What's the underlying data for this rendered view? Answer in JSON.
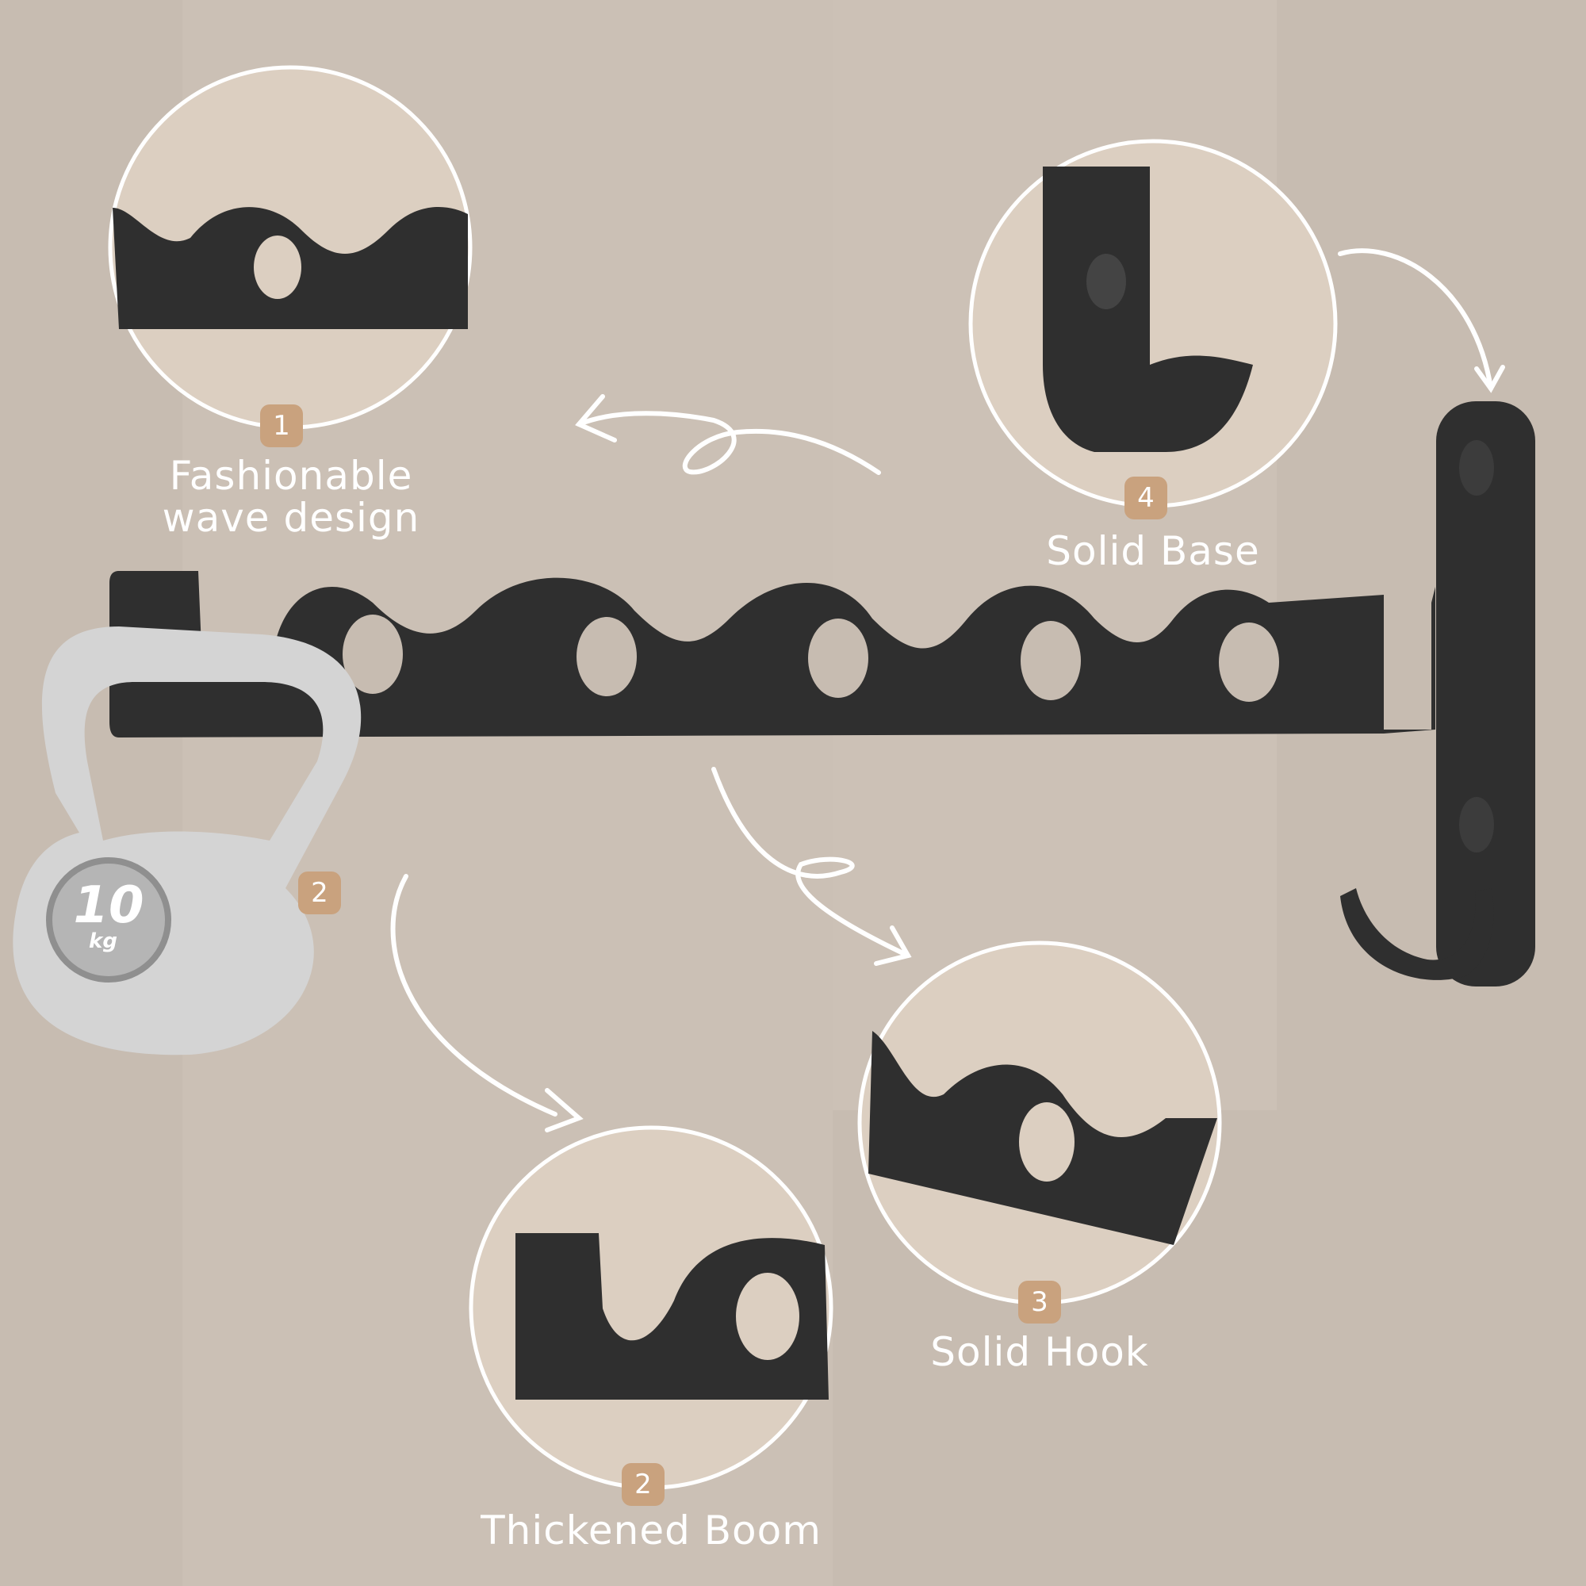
{
  "features": [
    {
      "number": "1",
      "title_line1": "Fashionable",
      "title_line2": "wave design"
    },
    {
      "number": "4",
      "title": "Solid Base"
    },
    {
      "number": "3",
      "title": "Solid Hook"
    },
    {
      "number": "2",
      "title": "Thickened Boom"
    }
  ],
  "kettlebell": {
    "weight": "10",
    "unit": "kg",
    "badge": "2"
  },
  "colors": {
    "background": "#c7bcb1",
    "circle_fill": "#dccfc1",
    "metal": "#2f2f2f",
    "badge": "#c9a27e"
  }
}
